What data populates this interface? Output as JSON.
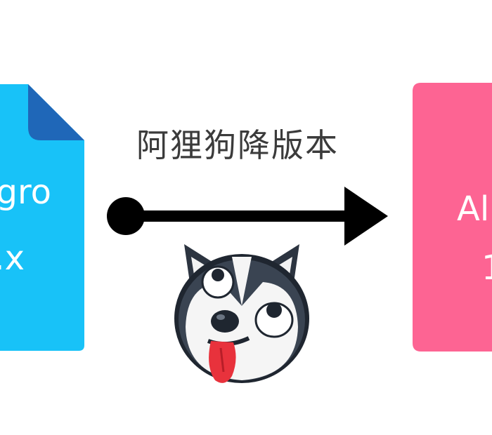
{
  "left_document": {
    "line1": "gro",
    "line2": ".x",
    "color": "#18c2f8",
    "fold_color": "#1f67b8"
  },
  "right_document": {
    "line1": "Al",
    "line2": "1",
    "color": "#fd6493"
  },
  "arrow": {
    "label": "阿狸狗降版本",
    "color": "#000000"
  },
  "mascot": {
    "icon": "husky-dog-icon"
  }
}
